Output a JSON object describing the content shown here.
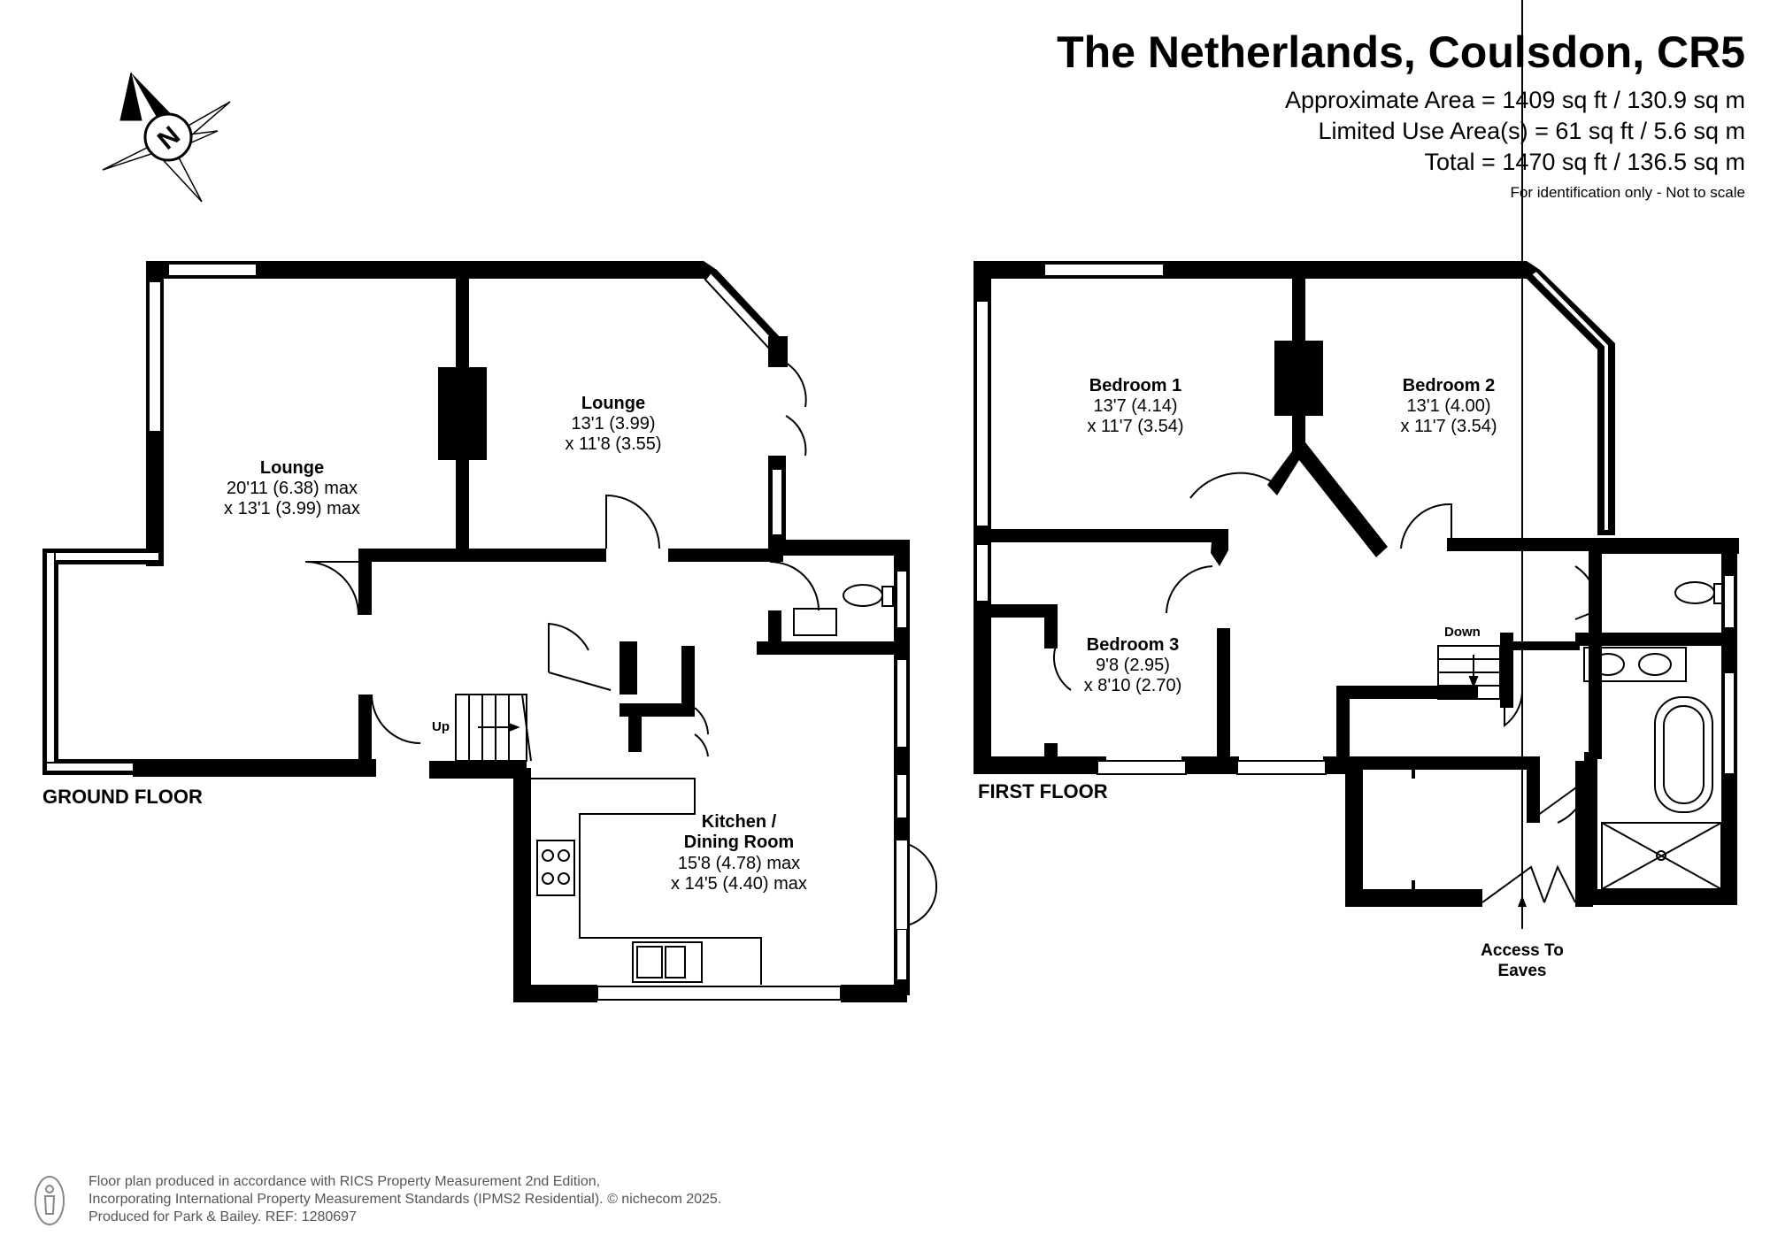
{
  "header": {
    "title": "The Netherlands, Coulsdon, CR5",
    "approx_area": "Approximate Area = 1409 sq ft / 130.9 sq m",
    "limited_use": "Limited Use Area(s) = 61 sq ft / 5.6 sq m",
    "total": "Total = 1470 sq ft / 136.5 sq m",
    "note": "For identification only - Not to scale"
  },
  "compass": {
    "label": "N"
  },
  "ground_floor": {
    "label": "GROUND FLOOR",
    "stairs_label": "Up",
    "rooms": {
      "lounge_main": {
        "name": "Lounge",
        "dim1": "20'11 (6.38) max",
        "dim2": "x 13'1 (3.99) max"
      },
      "lounge_second": {
        "name": "Lounge",
        "dim1": "13'1 (3.99)",
        "dim2": "x 11'8 (3.55)"
      },
      "kitchen": {
        "name1": "Kitchen /",
        "name2": "Dining Room",
        "dim1": "15'8 (4.78) max",
        "dim2": "x 14'5 (4.40) max"
      }
    }
  },
  "first_floor": {
    "label": "FIRST FLOOR",
    "stairs_label": "Down",
    "eaves_label1": "Access To",
    "eaves_label2": "Eaves",
    "rooms": {
      "bedroom1": {
        "name": "Bedroom 1",
        "dim1": "13'7 (4.14)",
        "dim2": "x 11'7 (3.54)"
      },
      "bedroom2": {
        "name": "Bedroom 2",
        "dim1": "13'1 (4.00)",
        "dim2": "x 11'7 (3.54)"
      },
      "bedroom3": {
        "name": "Bedroom 3",
        "dim1": "9'8 (2.95)",
        "dim2": "x 8'10 (2.70)"
      }
    }
  },
  "footer": {
    "line1": "Floor plan produced in accordance with RICS Property Measurement 2nd Edition,",
    "line2": "Incorporating International Property Measurement Standards (IPMS2 Residential).   © nichecom 2025.",
    "line3": "Produced for Park & Bailey.   REF:  1280697"
  },
  "colors": {
    "wall": "#000000",
    "window": "#ffffff",
    "text": "#000000",
    "footer_text": "#555555"
  },
  "icons": [
    "compass-icon",
    "person-icon",
    "toilet-icon",
    "sink-icon",
    "hob-icon",
    "bath-icon",
    "shower-icon",
    "double-sink-icon",
    "kitchen-sink-icon"
  ]
}
